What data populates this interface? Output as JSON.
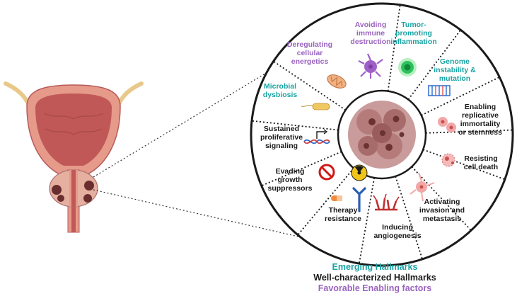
{
  "colors": {
    "emerging": "#1aa3a3",
    "well": "#1a1a1a",
    "enabling": "#9a63c0",
    "tissue": "#c05858",
    "tissue_dark": "#8e3a3a",
    "tumor": "#b07878"
  },
  "wedges": [
    {
      "id": "avoiding-immune",
      "category": "enabling",
      "lines": [
        "Avoiding",
        "immune",
        "destruction"
      ],
      "icon": "immune-cell-icon"
    },
    {
      "id": "tumor-promoting",
      "category": "emerging",
      "lines": [
        "Tumor-",
        "promoting",
        "inflammation"
      ],
      "icon": "inflammation-icon"
    },
    {
      "id": "genome-instability",
      "category": "emerging",
      "lines": [
        "Genome",
        "instability &",
        "mutation"
      ],
      "icon": "dna-mutation-icon"
    },
    {
      "id": "replicative-immortality",
      "category": "well",
      "lines": [
        "Enabling",
        "replicative",
        "immortality",
        "or stemness"
      ],
      "icon": "dividing-cell-icon"
    },
    {
      "id": "resisting-cell-death",
      "category": "well",
      "lines": [
        "Resisting",
        "cell death"
      ],
      "icon": "apoptosis-icon"
    },
    {
      "id": "invasion-metastasis",
      "category": "well",
      "lines": [
        "Activating",
        "invasion and",
        "metastasis"
      ],
      "icon": "metastasis-icon"
    },
    {
      "id": "angiogenesis",
      "category": "well",
      "lines": [
        "Inducing",
        "angiogenesis"
      ],
      "icon": "blood-vessel-icon"
    },
    {
      "id": "therapy-resistance",
      "category": "well",
      "lines": [
        "Therapy",
        "resistance"
      ],
      "icon": "radiation-antibody-icon"
    },
    {
      "id": "growth-suppressors",
      "category": "well",
      "lines": [
        "Evading",
        "growth",
        "suppressors"
      ],
      "icon": "prohibited-icon"
    },
    {
      "id": "proliferative-signaling",
      "category": "well",
      "lines": [
        "Sustained",
        "proliferative",
        "signaling"
      ],
      "icon": "dna-signaling-icon"
    },
    {
      "id": "microbial-dysbiosis",
      "category": "emerging",
      "lines": [
        "Microbial",
        "dysbiosis"
      ],
      "icon": "bacteria-icon"
    },
    {
      "id": "cellular-energetics",
      "category": "enabling",
      "lines": [
        "Deregulating",
        "cellular",
        "energetics"
      ],
      "icon": "mitochondria-icon"
    }
  ],
  "legend": {
    "emerging": "Emerging Hallmarks",
    "well": "Well-characterized Hallmarks",
    "enabling": "Favorable Enabling factors"
  }
}
